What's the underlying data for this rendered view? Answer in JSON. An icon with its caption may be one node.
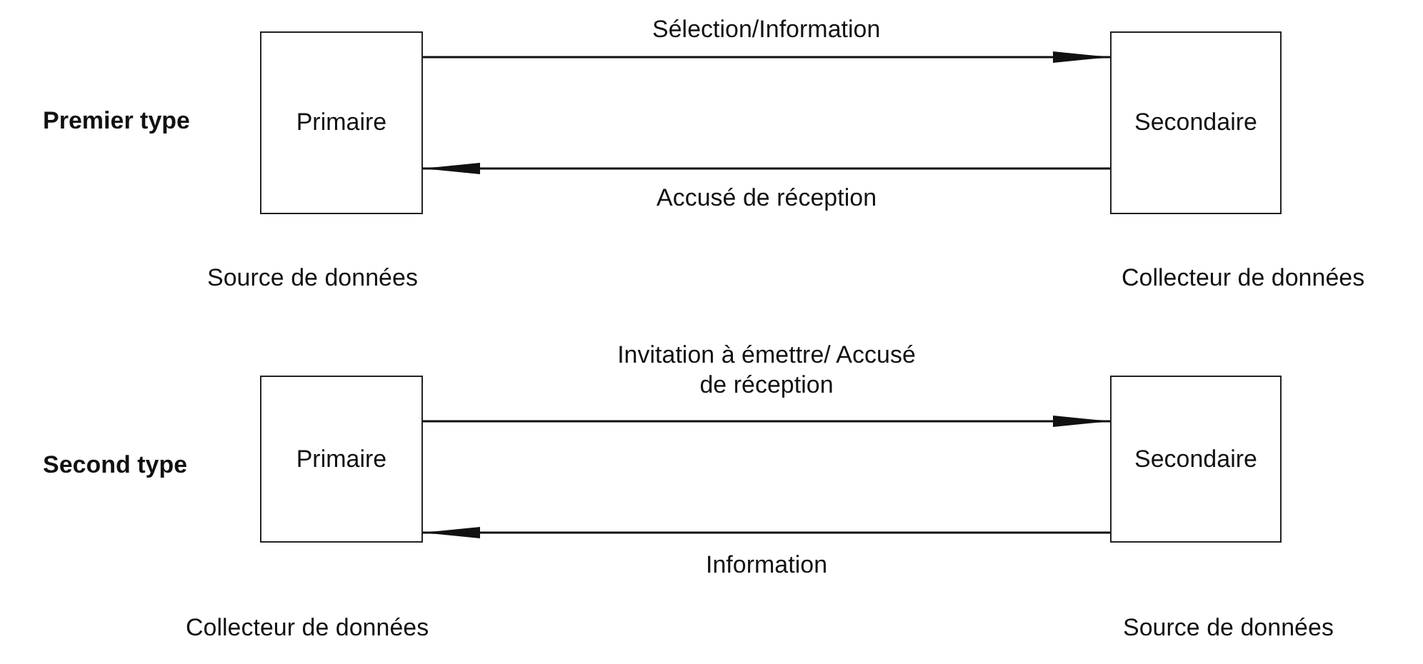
{
  "diagram": {
    "nodes": [
      {
        "text": [
          "Primaire"
        ],
        "beside": [
          "Source de données"
        ]
      },
      {
        "text": [
          "Secondaire"
        ],
        "beside": [
          "Collecteur de données"
        ]
      },
      {
        "text": [
          "Primaire"
        ],
        "beside": [
          "Collecteur de données"
        ]
      },
      {
        "text": [
          "Secondaire"
        ],
        "beside": [
          "Source de données"
        ]
      }
    ],
    "edges": [
      {
        "from": 0,
        "to": 1,
        "arrow": "to",
        "label": "Sélection/Information"
      },
      {
        "from": 1,
        "to": 0,
        "arrow": "to",
        "label": "Accusé de réception"
      },
      {
        "from": 2,
        "to": 3,
        "arrow": "to",
        "label": "Invitation à émettre/ Accusé de réception"
      },
      {
        "from": 3,
        "to": 2,
        "arrow": "to",
        "label": "Information"
      }
    ],
    "labels": [
      "Premier type",
      "Second type"
    ]
  }
}
